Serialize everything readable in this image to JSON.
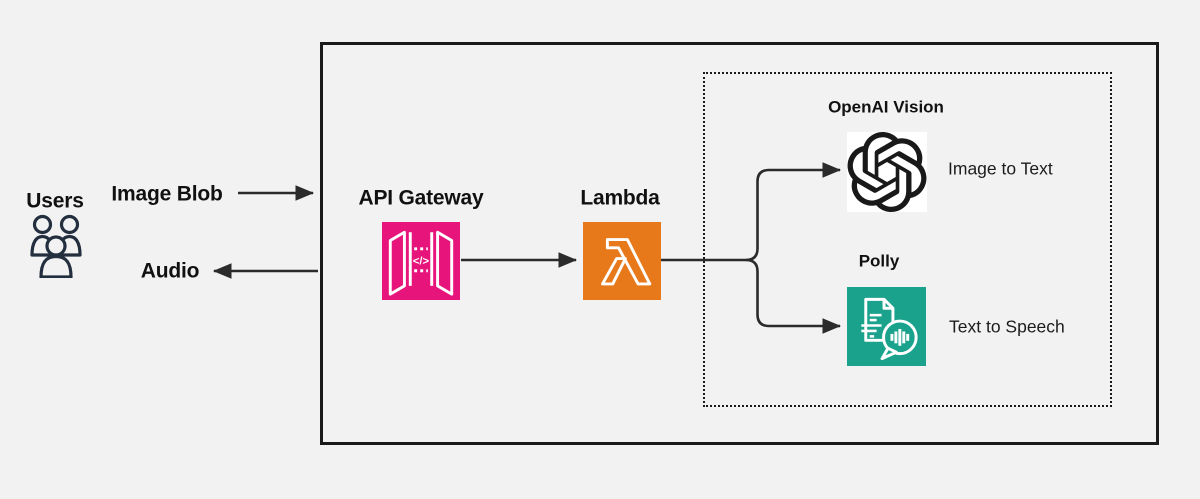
{
  "diagram": {
    "actors": {
      "users": {
        "label": "Users"
      }
    },
    "edges": {
      "image_blob": {
        "label": "Image Blob"
      },
      "audio": {
        "label": "Audio"
      }
    },
    "nodes": {
      "api_gateway": {
        "label": "API Gateway",
        "glyph": "</>"
      },
      "lambda": {
        "label": "Lambda"
      },
      "openai_vision": {
        "label": "OpenAI Vision",
        "caption": "Image to Text"
      },
      "polly": {
        "label": "Polly",
        "caption": "Text to Speech"
      }
    }
  },
  "colors": {
    "background": "#f2f2f2",
    "box_border": "#1a1a1a",
    "line": "#2b2b2b",
    "text": "#111111",
    "api_gateway": "#e7157b",
    "lambda": "#e8791a",
    "polly": "#1aa28c",
    "openai_logo": "#191919",
    "openai_bg": "#ffffff",
    "users_icon": "#232f3e",
    "icon_stroke": "#ffffff"
  }
}
